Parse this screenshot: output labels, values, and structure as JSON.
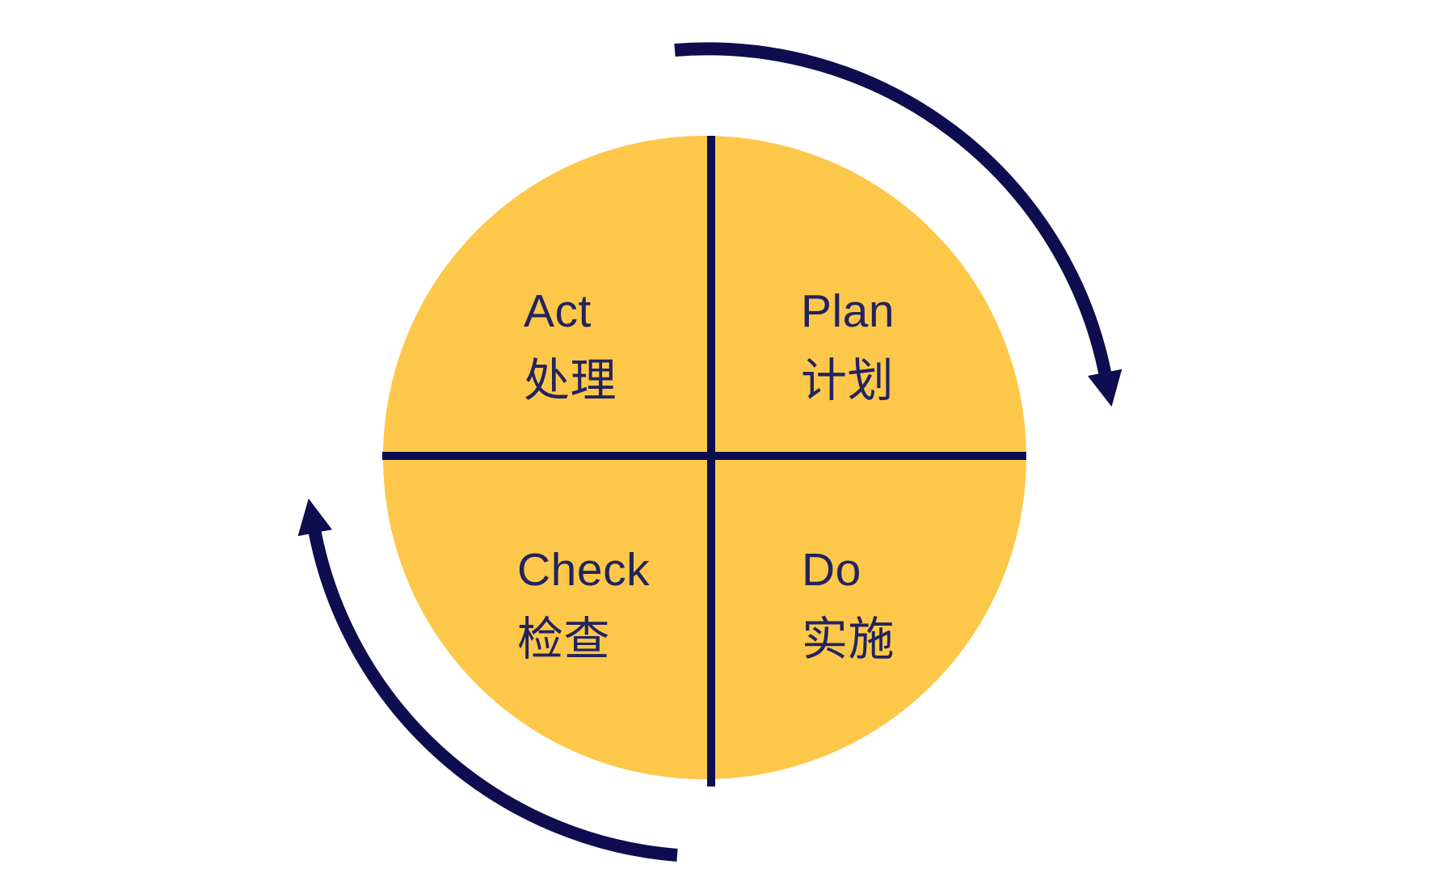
{
  "diagram": {
    "type": "pdca-cycle",
    "quadrants": [
      {
        "id": "act",
        "en": "Act",
        "zh": "处理",
        "position": "top-left"
      },
      {
        "id": "plan",
        "en": "Plan",
        "zh": "计划",
        "position": "top-right"
      },
      {
        "id": "check",
        "en": "Check",
        "zh": "检查",
        "position": "bottom-left"
      },
      {
        "id": "do",
        "en": "Do",
        "zh": "实施",
        "position": "bottom-right"
      }
    ],
    "arrows": [
      {
        "name": "clockwise-arrow-top-right",
        "direction": "clockwise"
      },
      {
        "name": "clockwise-arrow-bottom-left",
        "direction": "clockwise"
      }
    ],
    "colors": {
      "circle_fill": "#fdc84a",
      "line": "#0d0d4f",
      "text": "#23235f",
      "background": "#ffffff"
    }
  }
}
